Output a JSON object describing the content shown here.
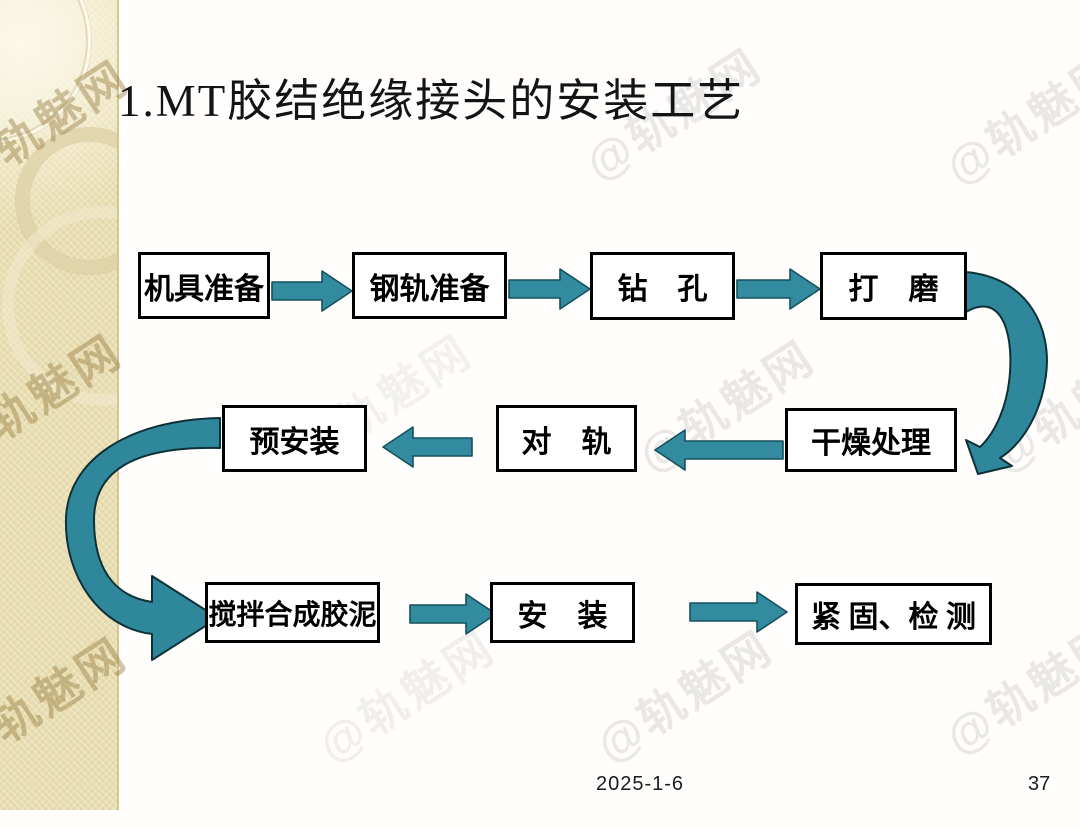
{
  "slide": {
    "title": "1.MT胶结绝缘接头的安装工艺",
    "date": "2025-1-6",
    "page_number": "37"
  },
  "watermark": {
    "text": "@轨魅网"
  },
  "flowchart": {
    "type": "flowchart",
    "description": "MT bonded insulated rail joint installation process, 10 steps in 3 rows connected by teal block arrows",
    "steps": [
      {
        "label": "机具准备"
      },
      {
        "label": "钢轨准备"
      },
      {
        "label": "钻　孔"
      },
      {
        "label": "打　磨"
      },
      {
        "label": "干燥处理"
      },
      {
        "label": "对　轨"
      },
      {
        "label": "预安装"
      },
      {
        "label": "搅拌合成胶泥"
      },
      {
        "label": "安　装"
      },
      {
        "label": "紧 固、检 测"
      }
    ],
    "flow_order": [
      "机具准备",
      "钢轨准备",
      "钻孔",
      "打磨",
      "干燥处理",
      "对轨",
      "预安装",
      "搅拌合成胶泥",
      "安装",
      "紧固、检测"
    ],
    "colors": {
      "arrow_fill": "#338ba0",
      "arrow_outline": "#14505c",
      "box_fill": "#ffffff",
      "box_border": "#000000",
      "strip_beige": "#e9deb1"
    }
  }
}
